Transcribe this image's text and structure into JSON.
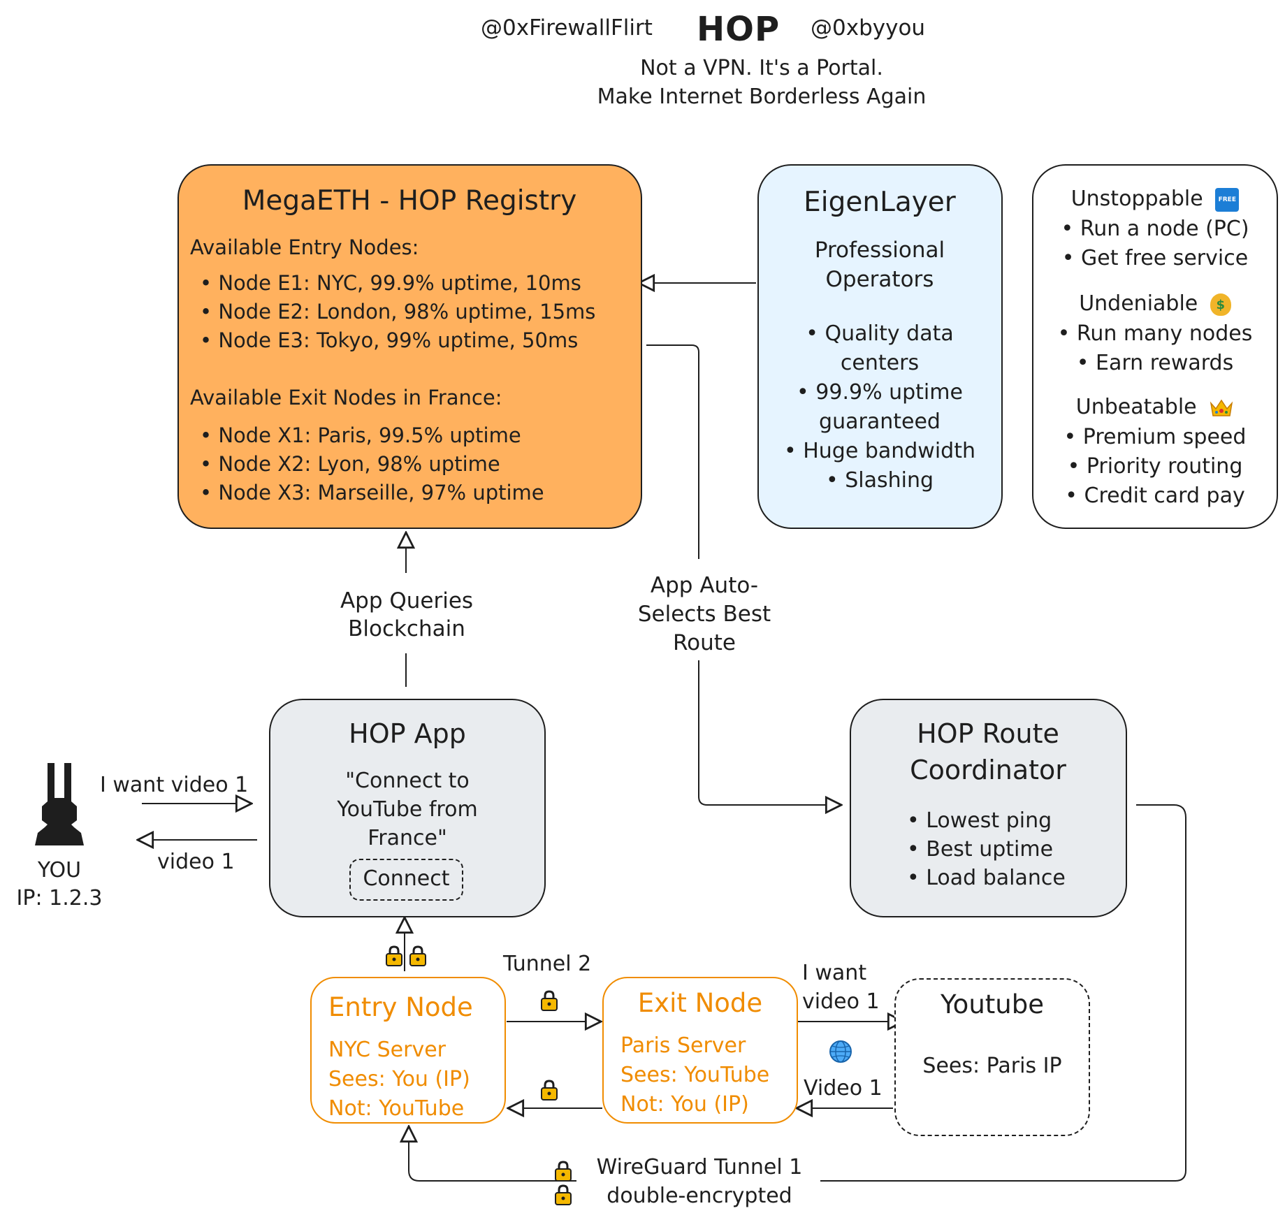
{
  "header": {
    "handle_left": "@0xFirewallFlirt",
    "logo": "HOP",
    "handle_right": "@0xbyyou",
    "tagline1": "Not a VPN. It's a Portal.",
    "tagline2": "Make Internet Borderless Again"
  },
  "registry": {
    "title": "MegaETH - HOP Registry",
    "entry_heading": "Available Entry Nodes:",
    "entry_nodes": [
      "• Node E1: NYC, 99.9% uptime, 10ms",
      "• Node E2: London, 98% uptime, 15ms",
      "• Node E3: Tokyo, 99% uptime, 50ms"
    ],
    "exit_heading": "Available Exit Nodes in France:",
    "exit_nodes": [
      "• Node X1: Paris, 99.5% uptime",
      "• Node X2: Lyon, 98% uptime",
      "• Node X3: Marseille, 97% uptime"
    ]
  },
  "eigenlayer": {
    "title": "EigenLayer",
    "subtitle": [
      "Professional",
      "Operators"
    ],
    "bullets": [
      "• Quality data",
      "centers",
      "• 99.9% uptime",
      "guaranteed",
      "• Huge bandwidth",
      "• Slashing"
    ]
  },
  "tiers": {
    "unstoppable": {
      "title": "Unstoppable",
      "icon": "free-icon",
      "badge": "FREE",
      "bullets": [
        "• Run a node (PC)",
        "• Get free service"
      ]
    },
    "undeniable": {
      "title": "Undeniable",
      "icon": "money-bag-icon",
      "badge": "$",
      "bullets": [
        "• Run many nodes",
        "• Earn rewards"
      ]
    },
    "unbeatable": {
      "title": "Unbeatable",
      "icon": "crown-icon",
      "bullets": [
        "• Premium speed",
        "• Priority routing",
        "• Credit card pay"
      ]
    }
  },
  "labels": {
    "app_queries": [
      "App Queries",
      "Blockchain"
    ],
    "auto_selects": [
      "App Auto-",
      "Selects Best",
      "Route"
    ],
    "i_want_video_1": "I want video 1",
    "video_1": "video 1",
    "tunnel_2": "Tunnel 2",
    "i_want_video_exit": [
      "I want",
      "video 1"
    ],
    "video_1_back": "Video 1",
    "wireguard": [
      "WireGuard Tunnel 1",
      "double-encrypted"
    ]
  },
  "user": {
    "name": "YOU",
    "ip": "IP: 1.2.3",
    "icon": "bunny-icon"
  },
  "hop_app": {
    "title": "HOP App",
    "quote": [
      "\"Connect to",
      "YouTube from",
      "France\""
    ],
    "connect_button": "Connect"
  },
  "coordinator": {
    "title": [
      "HOP Route",
      "Coordinator"
    ],
    "bullets": [
      "• Lowest ping",
      "• Best uptime",
      "• Load balance"
    ]
  },
  "entry_node": {
    "title": "Entry Node",
    "lines": [
      "NYC Server",
      "Sees: You (IP)",
      "Not: YouTube"
    ]
  },
  "exit_node": {
    "title": "Exit Node",
    "lines": [
      "Paris Server",
      "Sees: YouTube",
      "Not: You (IP)"
    ]
  },
  "youtube": {
    "title": "Youtube",
    "sees": "Sees: Paris IP"
  },
  "colors": {
    "orange_fill": "#ffb15e",
    "blue_fill": "#e6f4ff",
    "grey_fill": "#e9ecef",
    "orange_stroke": "#f08c00",
    "lock": "#f5b800"
  }
}
